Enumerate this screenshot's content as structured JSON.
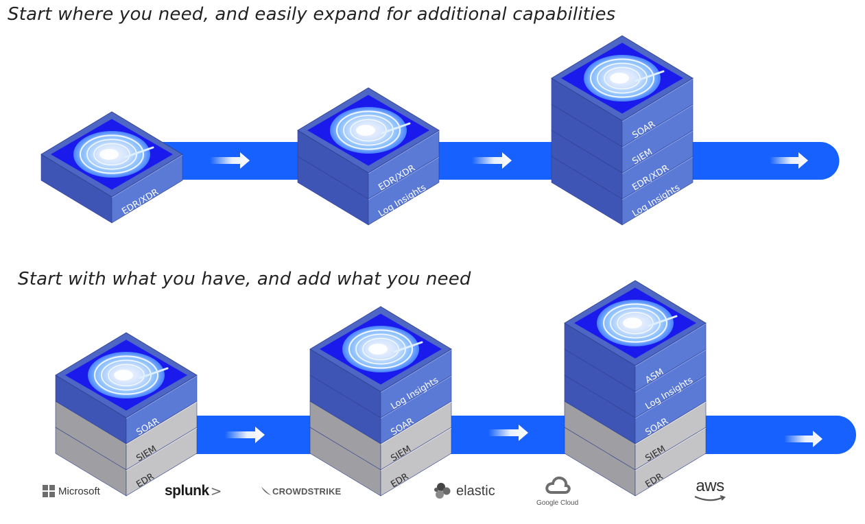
{
  "headings": {
    "top": "Start where you need, and easily expand for additional capabilities",
    "bottom": "Start with what you have, and add what you need"
  },
  "rows": [
    {
      "stacks": [
        {
          "layers": [
            {
              "label": "EDR/XDR",
              "kind": "blue"
            }
          ]
        },
        {
          "layers": [
            {
              "label": "Log Insights",
              "kind": "blue"
            },
            {
              "label": "EDR/XDR",
              "kind": "blue"
            }
          ]
        },
        {
          "layers": [
            {
              "label": "Log Insights",
              "kind": "blue"
            },
            {
              "label": "EDR/XDR",
              "kind": "blue"
            },
            {
              "label": "SIEM",
              "kind": "blue"
            },
            {
              "label": "SOAR",
              "kind": "blue"
            }
          ]
        }
      ]
    },
    {
      "stacks": [
        {
          "layers": [
            {
              "label": "EDR",
              "kind": "grey"
            },
            {
              "label": "SIEM",
              "kind": "grey"
            },
            {
              "label": "SOAR",
              "kind": "blue"
            }
          ]
        },
        {
          "layers": [
            {
              "label": "EDR",
              "kind": "grey"
            },
            {
              "label": "SIEM",
              "kind": "grey"
            },
            {
              "label": "SOAR",
              "kind": "blue"
            },
            {
              "label": "Log Insights",
              "kind": "blue"
            }
          ]
        },
        {
          "layers": [
            {
              "label": "EDR",
              "kind": "grey"
            },
            {
              "label": "SIEM",
              "kind": "grey"
            },
            {
              "label": "SOAR",
              "kind": "blue"
            },
            {
              "label": "Log Insights",
              "kind": "blue"
            },
            {
              "label": "ASM",
              "kind": "blue"
            }
          ]
        }
      ]
    }
  ],
  "logos": {
    "microsoft": "Microsoft",
    "splunk": "splunk",
    "splunk_mark": ">",
    "crowdstrike": "CROWDSTRIKE",
    "elastic": "elastic",
    "google": "Google Cloud",
    "aws": "aws"
  },
  "colors": {
    "band": "#1661ff",
    "top_face": "#1a1aec",
    "blue_layer_front": "#5a7ad6",
    "blue_layer_side": "#3f55b6",
    "grey_layer_front": "#c4c4c6",
    "grey_layer_side": "#9e9ea3",
    "arrow": "#ffffff"
  },
  "icons": {
    "arrow": "right-arrow-icon",
    "top_face": "ring-swirl-icon"
  }
}
